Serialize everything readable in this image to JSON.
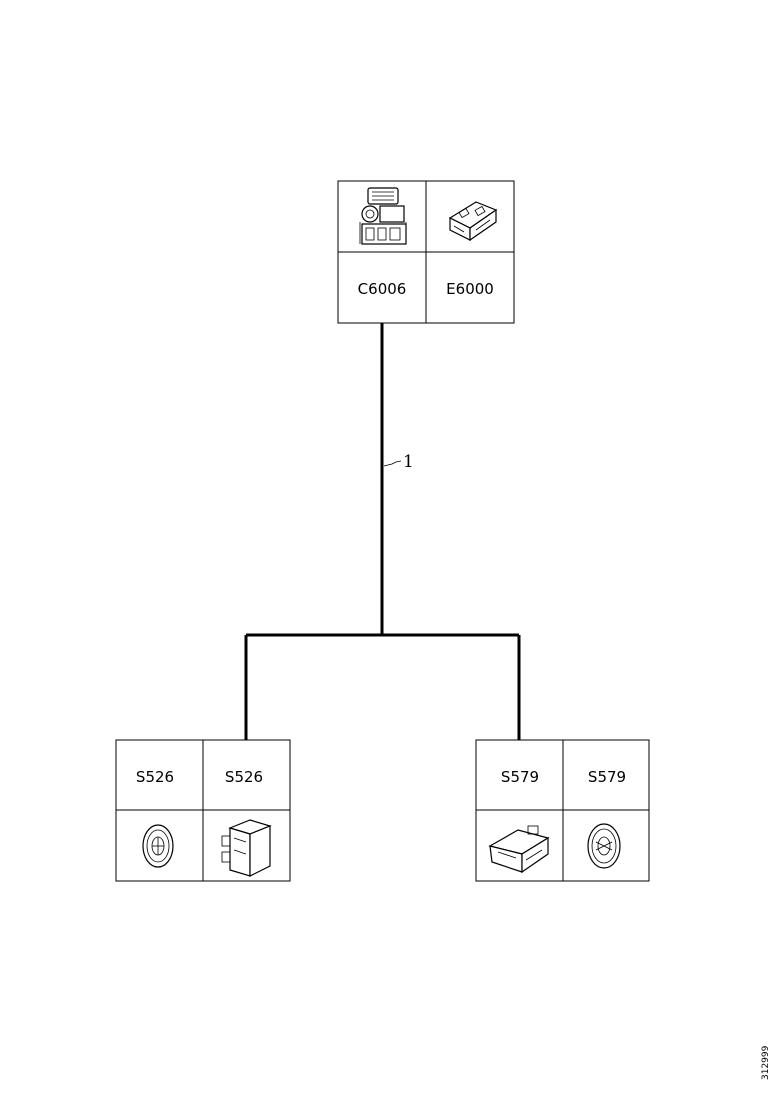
{
  "top_module": {
    "components": [
      {
        "code": "C6006",
        "icon": "actuator-assembly-icon"
      },
      {
        "code": "E6000",
        "icon": "control-module-icon"
      }
    ]
  },
  "wire": {
    "label": "1"
  },
  "left_module": {
    "components": [
      {
        "code": "S526",
        "icon": "rotary-switch-icon"
      },
      {
        "code": "S526",
        "icon": "switch-housing-icon"
      }
    ]
  },
  "right_module": {
    "components": [
      {
        "code": "S579",
        "icon": "switch-housing-icon"
      },
      {
        "code": "S579",
        "icon": "rotary-switch-icon"
      }
    ]
  },
  "document_id": "312999"
}
